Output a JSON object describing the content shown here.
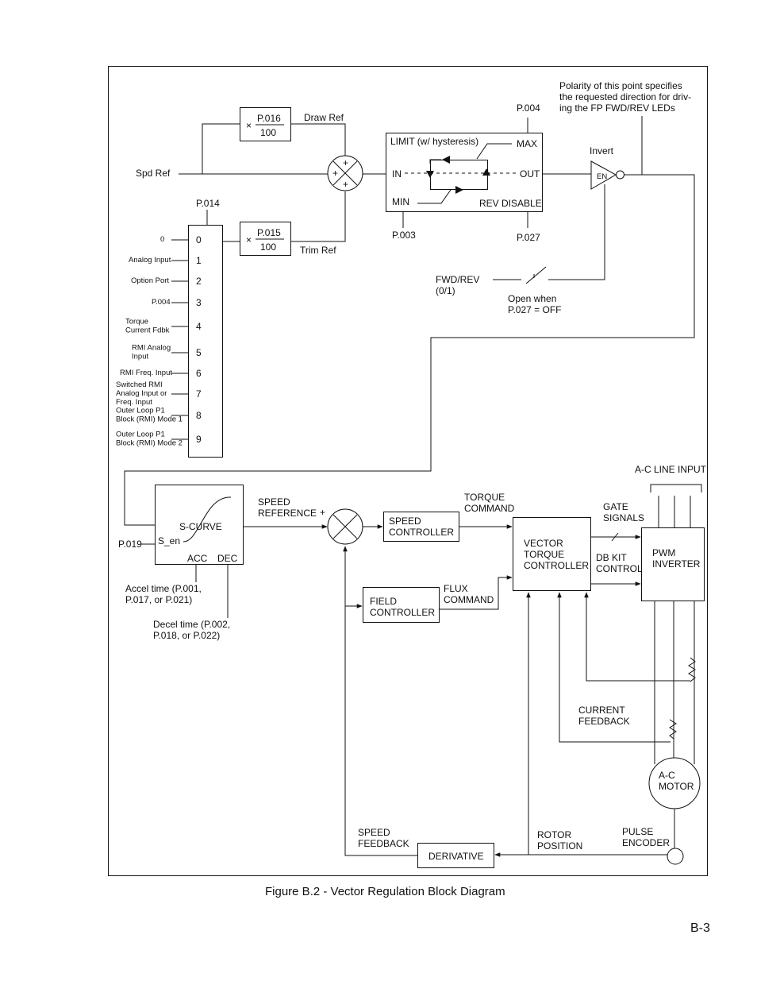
{
  "frame": {
    "spd_ref": "Spd Ref",
    "draw_ref": "Draw Ref",
    "trim_ref": "Trim Ref",
    "p016_num": "P.016",
    "p016_den": "100",
    "p015_num": "P.015",
    "p015_den": "100",
    "times_sign": "×",
    "plus": "+",
    "p014": "P.014",
    "limit_title": "LIMIT (w/ hysteresis)",
    "limit_max": "MAX",
    "limit_min": "MIN",
    "limit_in": "IN",
    "limit_out": "OUT",
    "limit_rev_disable": "REV DISABLE",
    "p004": "P.004",
    "p003": "P.003",
    "p027": "P.027",
    "polarity_note": [
      "Polarity of this point specifies",
      "the requested direction for driv-",
      "ing the FP FWD/REV LEDs"
    ],
    "invert": "Invert",
    "en": "EN",
    "fwd_rev": [
      "FWD/REV",
      "(0/1)"
    ],
    "open_when": [
      "Open when",
      "P.027 = OFF"
    ]
  },
  "selector": {
    "numbers": [
      "0",
      "1",
      "2",
      "3",
      "4",
      "5",
      "6",
      "7",
      "8",
      "9"
    ],
    "inputs": [
      [
        "0"
      ],
      [
        "Analog Input"
      ],
      [
        "Option Port"
      ],
      [
        "P.004"
      ],
      [
        "Torque",
        "Current Fdbk"
      ],
      [
        "RMI Analog",
        "Input"
      ],
      [
        "RMI Freq. Input"
      ],
      [
        "Switched RMI",
        "Analog Input or",
        "Freq. Input"
      ],
      [
        "Outer Loop P1",
        "Block (RMI) Mode 1"
      ],
      [
        "Outer Loop P1",
        "Block (RMI) Mode 2"
      ]
    ]
  },
  "lower": {
    "p019": "P.019",
    "s_curve": "S-CURVE",
    "s_en": "S_en",
    "acc": "ACC",
    "dec": "DEC",
    "accel_time": [
      "Accel time (P.001,",
      "P.017, or P.021)"
    ],
    "decel_time": [
      "Decel time (P.002,",
      "P.018, or P.022)"
    ],
    "speed_reference": [
      "SPEED",
      "REFERENCE"
    ],
    "plus": "+",
    "speed_controller": [
      "SPEED",
      "CONTROLLER"
    ],
    "torque_command": [
      "TORQUE",
      "COMMAND"
    ],
    "field_controller": [
      "FIELD",
      "CONTROLLER"
    ],
    "flux_command": [
      "FLUX",
      "COMMAND"
    ],
    "vector_controller": [
      "VECTOR",
      "TORQUE",
      "CONTROLLER"
    ],
    "gate_signals": [
      "GATE",
      "SIGNALS"
    ],
    "db_kit": [
      "DB KIT",
      "CONTROL"
    ],
    "ac_line_input": "A-C LINE INPUT",
    "pwm_inverter": [
      "PWM",
      "INVERTER"
    ],
    "current_feedback": [
      "CURRENT",
      "FEEDBACK"
    ],
    "ac_motor": [
      "A-C",
      "MOTOR"
    ],
    "pulse_encoder": [
      "PULSE",
      "ENCODER"
    ],
    "rotor_position": [
      "ROTOR",
      "POSITION"
    ],
    "speed_feedback": [
      "SPEED",
      "FEEDBACK"
    ],
    "derivative": "DERIVATIVE"
  },
  "caption": "Figure B.2 - Vector Regulation Block Diagram",
  "page_number": "B-3"
}
